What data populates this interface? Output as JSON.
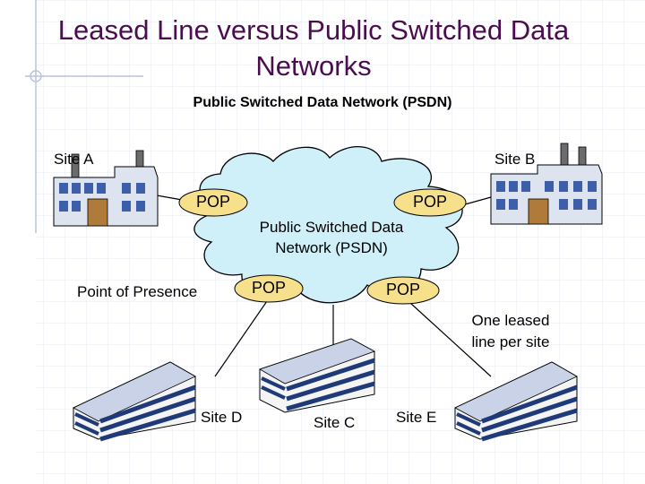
{
  "title": {
    "line1": "Leased Line versus Public Switched Data",
    "line2": "Networks"
  },
  "subtitle": "Public Switched Data Network (PSDN)",
  "sites": {
    "a": "Site A",
    "b": "Site B",
    "c": "Site C",
    "d": "Site D",
    "e": "Site E"
  },
  "pops": {
    "top_left": "POP",
    "top_right": "POP",
    "bottom_left": "POP",
    "bottom_right": "POP"
  },
  "cloud": {
    "line1": "Public Switched Data",
    "line2": "Network (PSDN)"
  },
  "pop_caption": "Point of Presence",
  "note": {
    "line1": "One leased",
    "line2": "line per site"
  },
  "colors": {
    "title": "#4b0d4f",
    "cloud_fill": "#cfeff9",
    "pop_fill": "#f7e08c",
    "building": "#1e3a78"
  }
}
